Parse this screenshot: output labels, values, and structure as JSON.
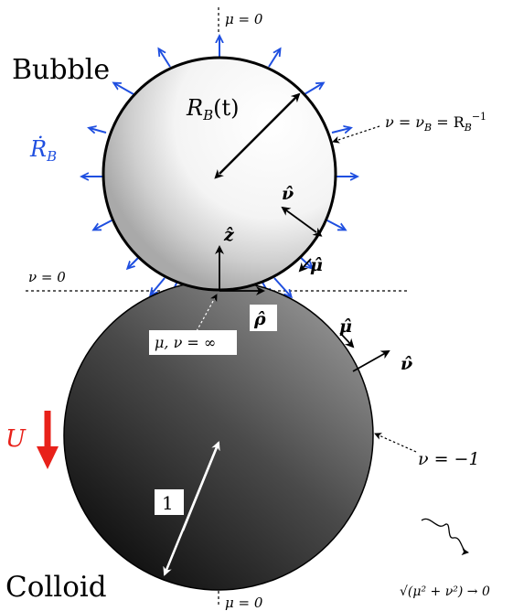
{
  "labels": {
    "bubble_title": "Bubble",
    "colloid_title": "Colloid",
    "bubble_radius": "R",
    "bubble_radius_sub": "B",
    "bubble_radius_arg": "(t)",
    "bubble_velocity": "Ṙ",
    "bubble_velocity_sub": "B",
    "velocity_u": "U",
    "colloid_radius": "1",
    "mu_top": "μ = 0",
    "mu_bottom": "μ = 0",
    "nu_zero": "ν = 0",
    "nu_bubble": "ν = ν",
    "nu_bubble_sub": "B",
    "nu_bubble_eq": " = R",
    "nu_bubble_sub2": "B",
    "nu_bubble_sup": "−1",
    "nu_colloid": "ν = −1",
    "infinity_label": "μ, ν = ∞",
    "z_hat": "ẑ",
    "rho_hat": "ρ̂",
    "nu_hat_bubble": "ν̂",
    "mu_hat_bubble": "μ̂",
    "mu_hat_colloid": "μ̂",
    "nu_hat_colloid": "ν̂",
    "far_field": "√(μ² + ν²) → 0"
  },
  "colors": {
    "bubble_arrows": "#1f4fe0",
    "velocity_arrow": "#e8211a",
    "outline": "#000000",
    "colloid_light": "#8a8a8a",
    "colloid_dark": "#111111"
  }
}
